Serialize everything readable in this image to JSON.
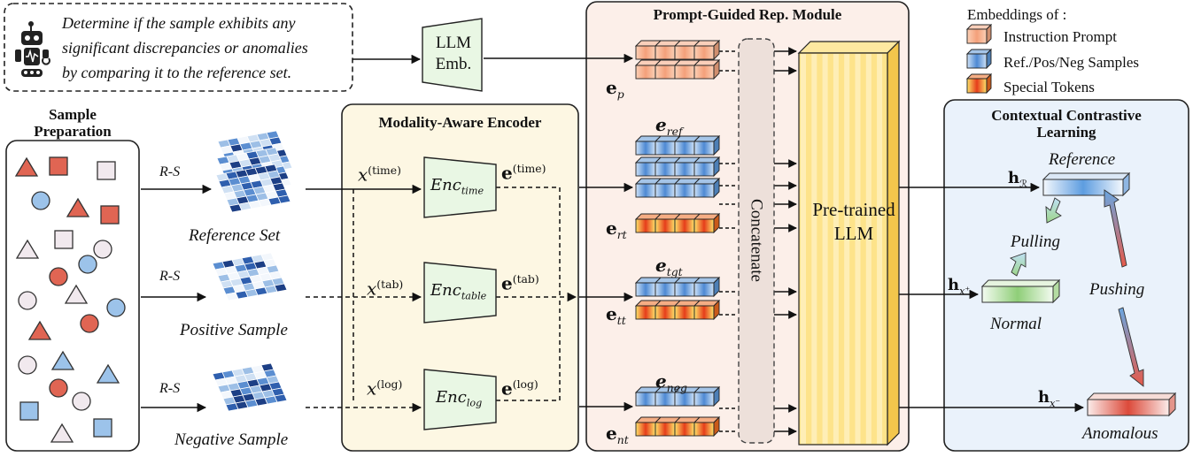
{
  "prompt_text": {
    "line1": "Determine if the sample exhibits any",
    "line2": "significant discrepancies or anomalies",
    "line3": "by comparing it to the reference set."
  },
  "llm_emb": {
    "line1": "LLM",
    "line2": "Emb."
  },
  "sample_prep": {
    "title_line1": "Sample",
    "title_line2": "Preparation",
    "arrow_label": "R-S",
    "reference_set": "Reference Set",
    "positive_sample": "Positive Sample",
    "negative_sample": "Negative Sample"
  },
  "encoder": {
    "title": "Modality-Aware Encoder",
    "x_sym": "x",
    "e_sym": "e",
    "enc_sym": "Enc",
    "time": {
      "input_sup": "(time)",
      "enc_sub": "time",
      "output_sup": "(time)"
    },
    "table": {
      "input_sup": "(tab)",
      "enc_sub": "table",
      "output_sup": "(tab)"
    },
    "log": {
      "input_sup": "(log)",
      "enc_sub": "log",
      "output_sup": "(log)"
    }
  },
  "prompt_module": {
    "title": "Prompt-Guided Rep. Module",
    "e_sym": "e",
    "labels": {
      "p": "p",
      "ref": "ref",
      "rt": "rt",
      "tgt": "tgt",
      "tt": "tt",
      "neg": "neg",
      "nt": "nt"
    },
    "concatenate": "Concatenate",
    "llm_line1": "Pre-trained",
    "llm_line2": "LLM"
  },
  "legend": {
    "title": "Embeddings of :",
    "items": [
      {
        "label": "Instruction Prompt",
        "color": "#f5a882"
      },
      {
        "label": "Ref./Pos/Neg Samples",
        "color": "#5b95d6"
      },
      {
        "label": "Special Tokens",
        "color": "#ec6a1f"
      }
    ]
  },
  "contrastive": {
    "title_line1": "Contextual Contrastive",
    "title_line2": "Learning",
    "h_sym": "h",
    "h_ref_sub": "ℛ",
    "h_pos_sub": "x",
    "h_pos_sup": "+",
    "h_neg_sub": "x",
    "h_neg_sup": "−",
    "reference": "Reference",
    "pulling": "Pulling",
    "pushing": "Pushing",
    "normal": "Normal",
    "anomalous": "Anomalous"
  },
  "colors": {
    "prompt_token": "#f5a882",
    "sample_token": "#5b95d6",
    "special_token": "#ec6a1f",
    "shape_red": "#e06553",
    "shape_blue": "#9cc3ea",
    "shape_light": "#f1e9ee",
    "encoder_panel": "#fdf7e3",
    "prompt_panel": "#fcefe9",
    "contrastive_panel": "#eaf2fb",
    "llm_yellow": "#fde38a",
    "emb_green": "#e9f7e4"
  }
}
